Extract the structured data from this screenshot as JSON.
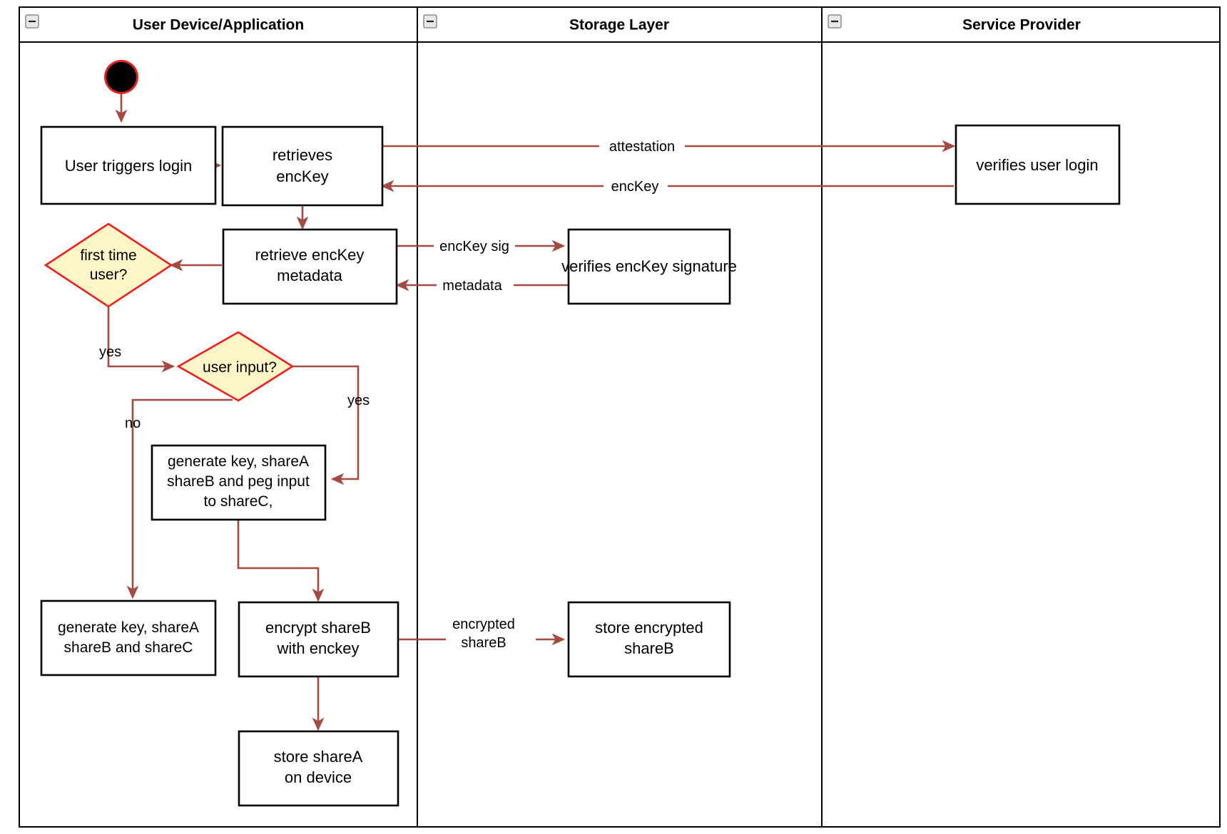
{
  "diagram": {
    "type": "uml-activity-swimlane",
    "title": "Login / key-share provisioning activity diagram",
    "colors": {
      "edge": "#a34a42",
      "decision_fill": "#fcf5c7",
      "decision_stroke": "#e8201e",
      "node_fill": "#ffffff",
      "node_stroke": "#000000",
      "lane_stroke": "#000000",
      "start_ring": "#e8201e",
      "start_fill": "#000000"
    }
  },
  "lanes": [
    {
      "id": "lane-user-device",
      "title": "User Device/Application",
      "collapse_icon": "minus-icon"
    },
    {
      "id": "lane-storage",
      "title": "Storage Layer",
      "collapse_icon": "minus-icon"
    },
    {
      "id": "lane-service-provider",
      "title": "Service Provider",
      "collapse_icon": "minus-icon"
    }
  ],
  "nodes": [
    {
      "id": "start",
      "kind": "initial-node",
      "lane": "lane-user-device",
      "label": ""
    },
    {
      "id": "user-triggers-login",
      "kind": "action",
      "lane": "lane-user-device",
      "lines": [
        "User triggers login"
      ]
    },
    {
      "id": "retrieves-enckey",
      "kind": "action",
      "lane": "lane-user-device",
      "lines": [
        "retrieves",
        "encKey"
      ]
    },
    {
      "id": "verifies-user-login",
      "kind": "action",
      "lane": "lane-service-provider",
      "lines": [
        "verifies user login"
      ]
    },
    {
      "id": "retrieve-enckey-metadata",
      "kind": "action",
      "lane": "lane-user-device",
      "lines": [
        "retrieve encKey",
        "metadata"
      ]
    },
    {
      "id": "verifies-enckey-signature",
      "kind": "action",
      "lane": "lane-storage",
      "lines": [
        "verifies encKey signature"
      ]
    },
    {
      "id": "first-time-user",
      "kind": "decision",
      "lane": "lane-user-device",
      "lines": [
        "first time",
        "user?"
      ]
    },
    {
      "id": "user-input",
      "kind": "decision",
      "lane": "lane-user-device",
      "lines": [
        "user input?"
      ]
    },
    {
      "id": "generate-peg",
      "kind": "action",
      "lane": "lane-user-device",
      "lines": [
        "generate key, shareA",
        "shareB and peg input",
        "to shareC,"
      ]
    },
    {
      "id": "generate-shares",
      "kind": "action",
      "lane": "lane-user-device",
      "lines": [
        "generate key, shareA",
        "shareB and shareC"
      ]
    },
    {
      "id": "encrypt-shareb",
      "kind": "action",
      "lane": "lane-user-device",
      "lines": [
        "encrypt shareB",
        "with enckey"
      ]
    },
    {
      "id": "store-encrypted-shareb",
      "kind": "action",
      "lane": "lane-storage",
      "lines": [
        "store encrypted",
        "shareB"
      ]
    },
    {
      "id": "store-sharea-on-device",
      "kind": "action",
      "lane": "lane-user-device",
      "lines": [
        "store shareA",
        "on device"
      ]
    }
  ],
  "edges": [
    {
      "id": "e-start-login",
      "from": "start",
      "to": "user-triggers-login",
      "label": ""
    },
    {
      "id": "e-login-retrieves",
      "from": "user-triggers-login",
      "to": "retrieves-enckey",
      "label": ""
    },
    {
      "id": "e-attestation",
      "from": "retrieves-enckey",
      "to": "verifies-user-login",
      "label": "attestation"
    },
    {
      "id": "e-enckey-back",
      "from": "verifies-user-login",
      "to": "retrieves-enckey",
      "label": "encKey"
    },
    {
      "id": "e-retrieves-metadata",
      "from": "retrieves-enckey",
      "to": "retrieve-enckey-metadata",
      "label": ""
    },
    {
      "id": "e-enckey-sig",
      "from": "retrieve-enckey-metadata",
      "to": "verifies-enckey-signature",
      "label": "encKey sig"
    },
    {
      "id": "e-metadata-back",
      "from": "verifies-enckey-signature",
      "to": "retrieve-enckey-metadata",
      "label": "metadata"
    },
    {
      "id": "e-metadata-firsttime",
      "from": "retrieve-enckey-metadata",
      "to": "first-time-user",
      "label": ""
    },
    {
      "id": "e-firsttime-yes",
      "from": "first-time-user",
      "to": "user-input",
      "label": "yes"
    },
    {
      "id": "e-userinput-yes",
      "from": "user-input",
      "to": "generate-peg",
      "label": "yes"
    },
    {
      "id": "e-userinput-no",
      "from": "user-input",
      "to": "generate-shares",
      "label": "no"
    },
    {
      "id": "e-peg-encrypt",
      "from": "generate-peg",
      "to": "encrypt-shareb",
      "label": ""
    },
    {
      "id": "e-shares-encrypt",
      "from": "generate-shares",
      "to": "encrypt-shareb",
      "label": ""
    },
    {
      "id": "e-encrypted-shareb",
      "from": "encrypt-shareb",
      "to": "store-encrypted-shareb",
      "label": "encrypted shareB",
      "label_lines": [
        "encrypted",
        "shareB"
      ]
    },
    {
      "id": "e-encrypt-store-sharea",
      "from": "encrypt-shareb",
      "to": "store-sharea-on-device",
      "label": ""
    }
  ],
  "labels": {
    "attestation": "attestation",
    "enckey": "encKey",
    "enckey_sig": "encKey sig",
    "metadata": "metadata",
    "yes_first_time": "yes",
    "yes_user_input": "yes",
    "no_user_input": "no",
    "encrypted_line1": "encrypted",
    "encrypted_line2": "shareB"
  }
}
